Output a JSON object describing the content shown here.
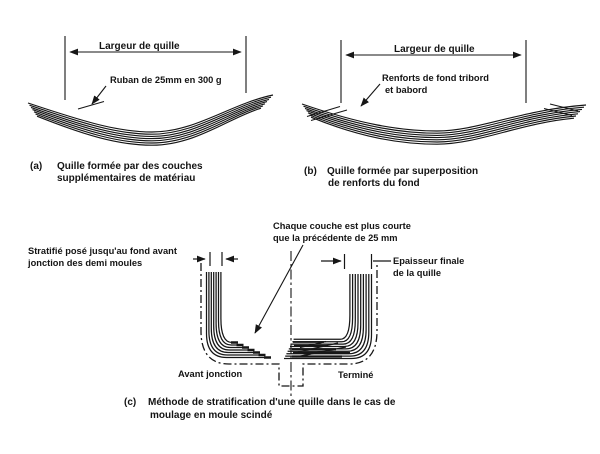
{
  "figure": {
    "panel_a": {
      "marker": "(a)",
      "dimension_label": "Largeur de quille",
      "callout": "Ruban de 25mm en 300 g",
      "caption_line1": "Quille formée par des couches",
      "caption_line2": "supplémentaires de matériau"
    },
    "panel_b": {
      "marker": "(b)",
      "dimension_label": "Largeur de quille",
      "callout_line1": "Renforts de fond tribord",
      "callout_line2": "et babord",
      "caption_line1": "Quille formée par superposition",
      "caption_line2": "de renforts du fond"
    },
    "panel_c": {
      "marker": "(c)",
      "label_laminate_line1": "Stratifié posé jusqu'au fond avant",
      "label_laminate_line2": "jonction des demi moules",
      "label_layers_line1": "Chaque couche est plus courte",
      "label_layers_line2": "que la précédente de 25 mm",
      "label_thickness_line1": "Epaisseur finale",
      "label_thickness_line2": "de la quille",
      "stage_left": "Avant jonction",
      "stage_right": "Terminé",
      "caption_line1": "Méthode de stratification d'une quille dans le cas de",
      "caption_line2": "moulage en moule scindé"
    },
    "ink_color": "#161616",
    "background_color": "#ffffff"
  }
}
